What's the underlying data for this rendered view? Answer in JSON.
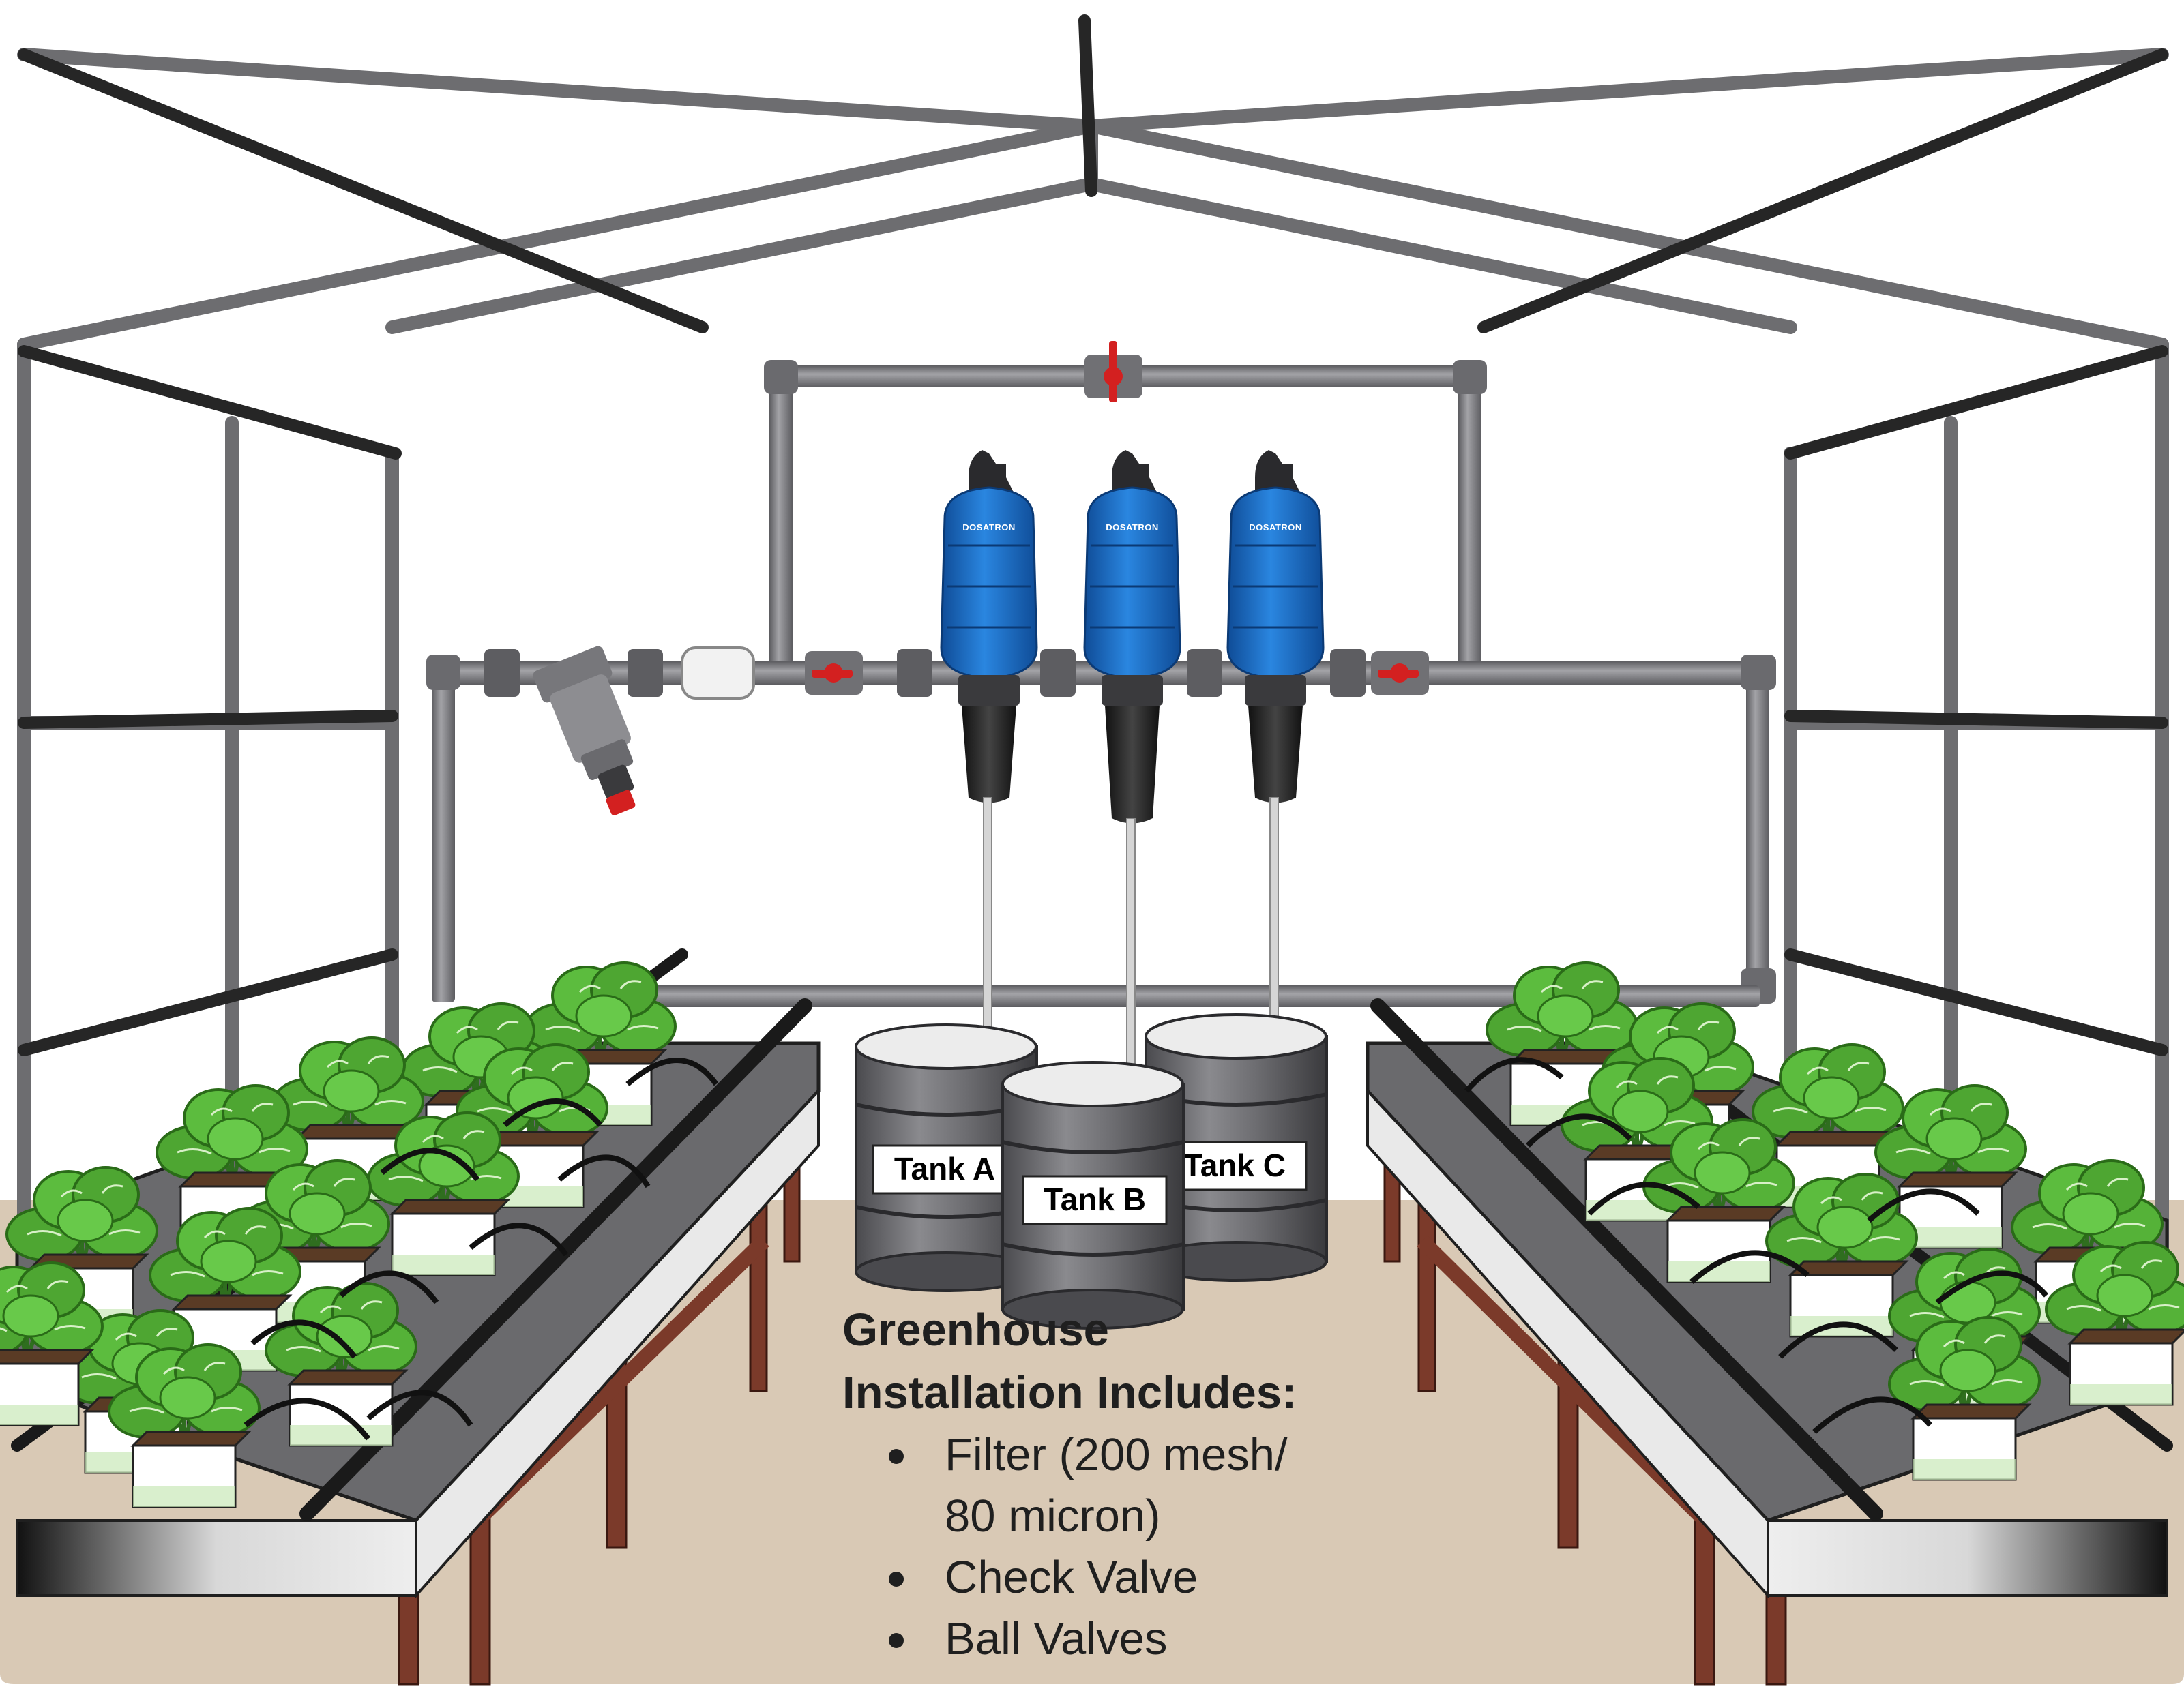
{
  "diagram": {
    "brand": "DOSATRON",
    "tanks": [
      {
        "label": "Tank A"
      },
      {
        "label": "Tank B"
      },
      {
        "label": "Tank C"
      }
    ],
    "includes": {
      "title_line1": "Greenhouse",
      "title_line2": "Installation Includes:",
      "items": [
        {
          "line1": "Filter (200 mesh/",
          "line2": "80 micron)"
        },
        {
          "line1": "Check Valve"
        },
        {
          "line1": "Ball Valves"
        }
      ]
    },
    "colors": {
      "frame": "#6d6d70",
      "frame_dark": "#2b2b2b",
      "pipe": "#7a7a7e",
      "pipe_highlight": "#a3a3a7",
      "dosatron_blue": "#1b6bc4",
      "valve_red": "#d32020",
      "tank_gray": "#6e6e72",
      "floor": "#d9c9b5",
      "bench_leg": "#7b3a2a",
      "bench_top": "#6a6a6d",
      "plant_green": "#4ea632"
    }
  }
}
